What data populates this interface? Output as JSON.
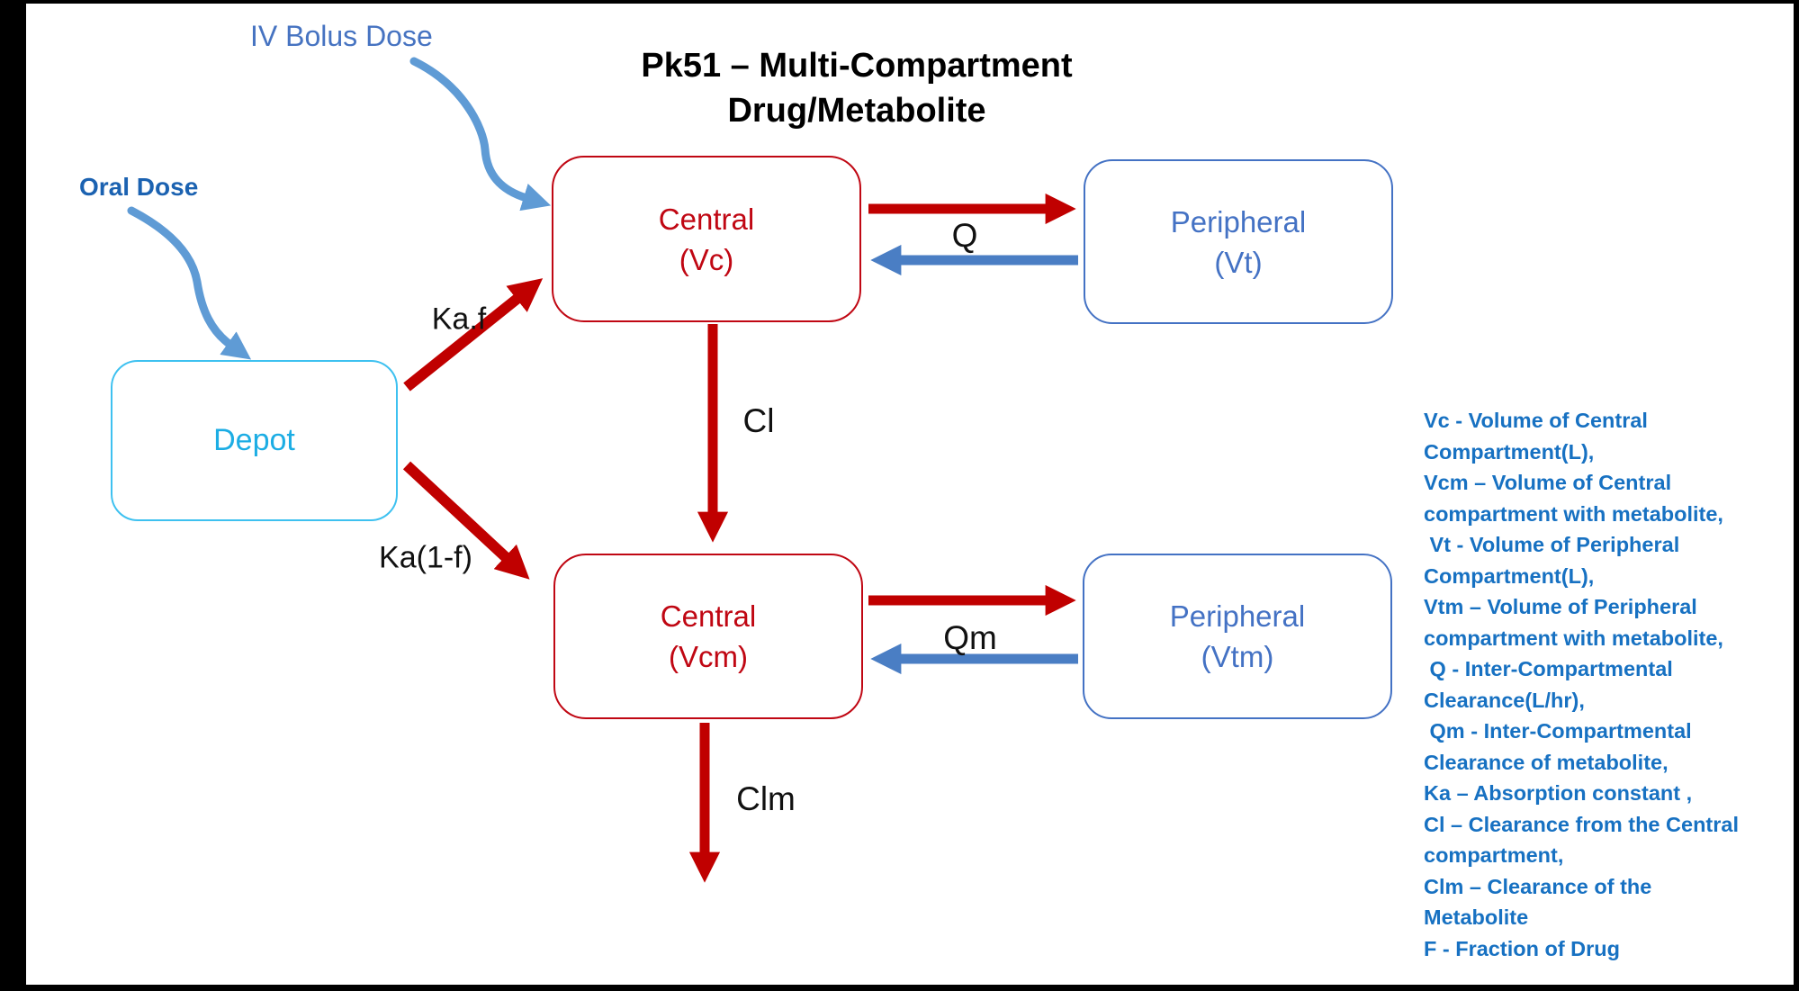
{
  "title": {
    "line1": "Pk51 – Multi-Compartment",
    "line2": "Drug/Metabolite"
  },
  "doses": {
    "iv_bolus": "IV Bolus Dose",
    "oral": "Oral Dose"
  },
  "boxes": {
    "depot": {
      "label": "Depot"
    },
    "central_vc": {
      "line1": "Central",
      "line2": "(Vc)"
    },
    "peripheral_vt": {
      "line1": "Peripheral",
      "line2": "(Vt)"
    },
    "central_vcm": {
      "line1": "Central",
      "line2": "(Vcm)"
    },
    "peripheral_vtm": {
      "line1": "Peripheral",
      "line2": "(Vtm)"
    }
  },
  "arrow_labels": {
    "ka_f": "Ka.f",
    "ka_1f": "Ka(1-f)",
    "q": "Q",
    "qm": "Qm",
    "cl": "Cl",
    "clm": "Clm"
  },
  "legend": {
    "lines": [
      "Vc - Volume of Central",
      "Compartment(L),",
      "Vcm – Volume of Central",
      "compartment with metabolite,",
      " Vt - Volume of Peripheral",
      "Compartment(L),",
      "Vtm – Volume of Peripheral",
      "compartment with metabolite,",
      " Q - Inter-Compartmental",
      "Clearance(L/hr),",
      " Qm - Inter-Compartmental",
      "Clearance of metabolite,",
      "Ka – Absorption constant ,",
      "Cl – Clearance from the Central",
      "compartment,",
      "Clm – Clearance of the",
      "Metabolite",
      "F - Fraction of Drug"
    ]
  },
  "colors": {
    "red_box": "#C00713",
    "red_arrow": "#C00000",
    "blue_box": "#4472C4",
    "blue_arrow": "#4A7EC4",
    "light_blue_arrow": "#5F9BD5",
    "cyan_border": "#3EC1F0",
    "cyan_text": "#1CADE4",
    "oral_dose_text": "#1B62B1",
    "iv_bolus_text": "#4673C1",
    "legend_text": "#1771C2",
    "title_text": "#000000",
    "frame": "#000000"
  }
}
